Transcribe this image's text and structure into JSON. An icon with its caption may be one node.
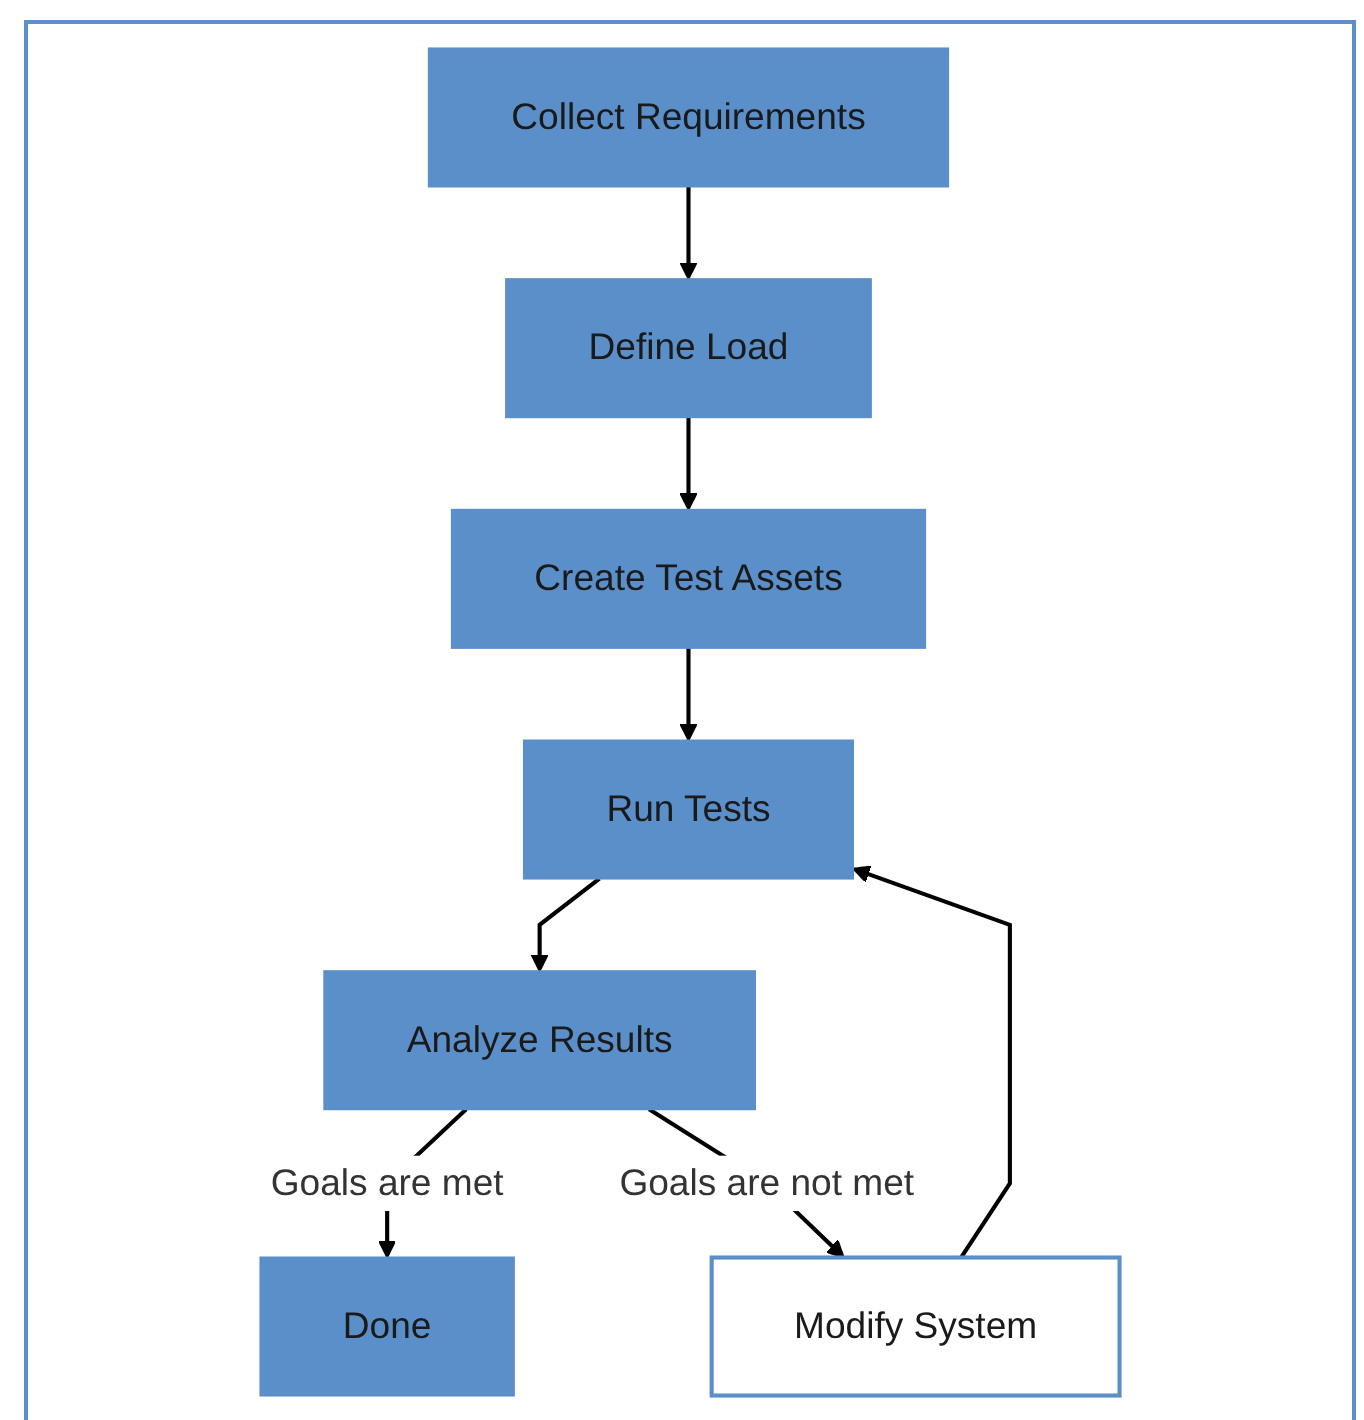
{
  "diagram": {
    "nodes": [
      {
        "text": [
          "Collect Requirements"
        ]
      },
      {
        "text": [
          "Define Load"
        ]
      },
      {
        "text": [
          "Create Test Assets"
        ]
      },
      {
        "text": [
          "Run Tests"
        ]
      },
      {
        "text": [
          "Analyze Results"
        ]
      },
      {
        "text": [
          "Done"
        ]
      },
      {
        "text": [
          "Modify System"
        ]
      }
    ],
    "edges": [
      {
        "from": 0,
        "to": 1,
        "arrow": "to"
      },
      {
        "from": 1,
        "to": 2,
        "arrow": "to"
      },
      {
        "from": 2,
        "to": 3,
        "arrow": "to"
      },
      {
        "from": 3,
        "to": 4,
        "arrow": "to"
      },
      {
        "from": 4,
        "to": 5,
        "arrow": "to",
        "label": "Goals are met"
      },
      {
        "from": 4,
        "to": 6,
        "arrow": "to",
        "label": "Goals are not met"
      },
      {
        "from": 6,
        "to": 3,
        "arrow": "to"
      }
    ]
  }
}
